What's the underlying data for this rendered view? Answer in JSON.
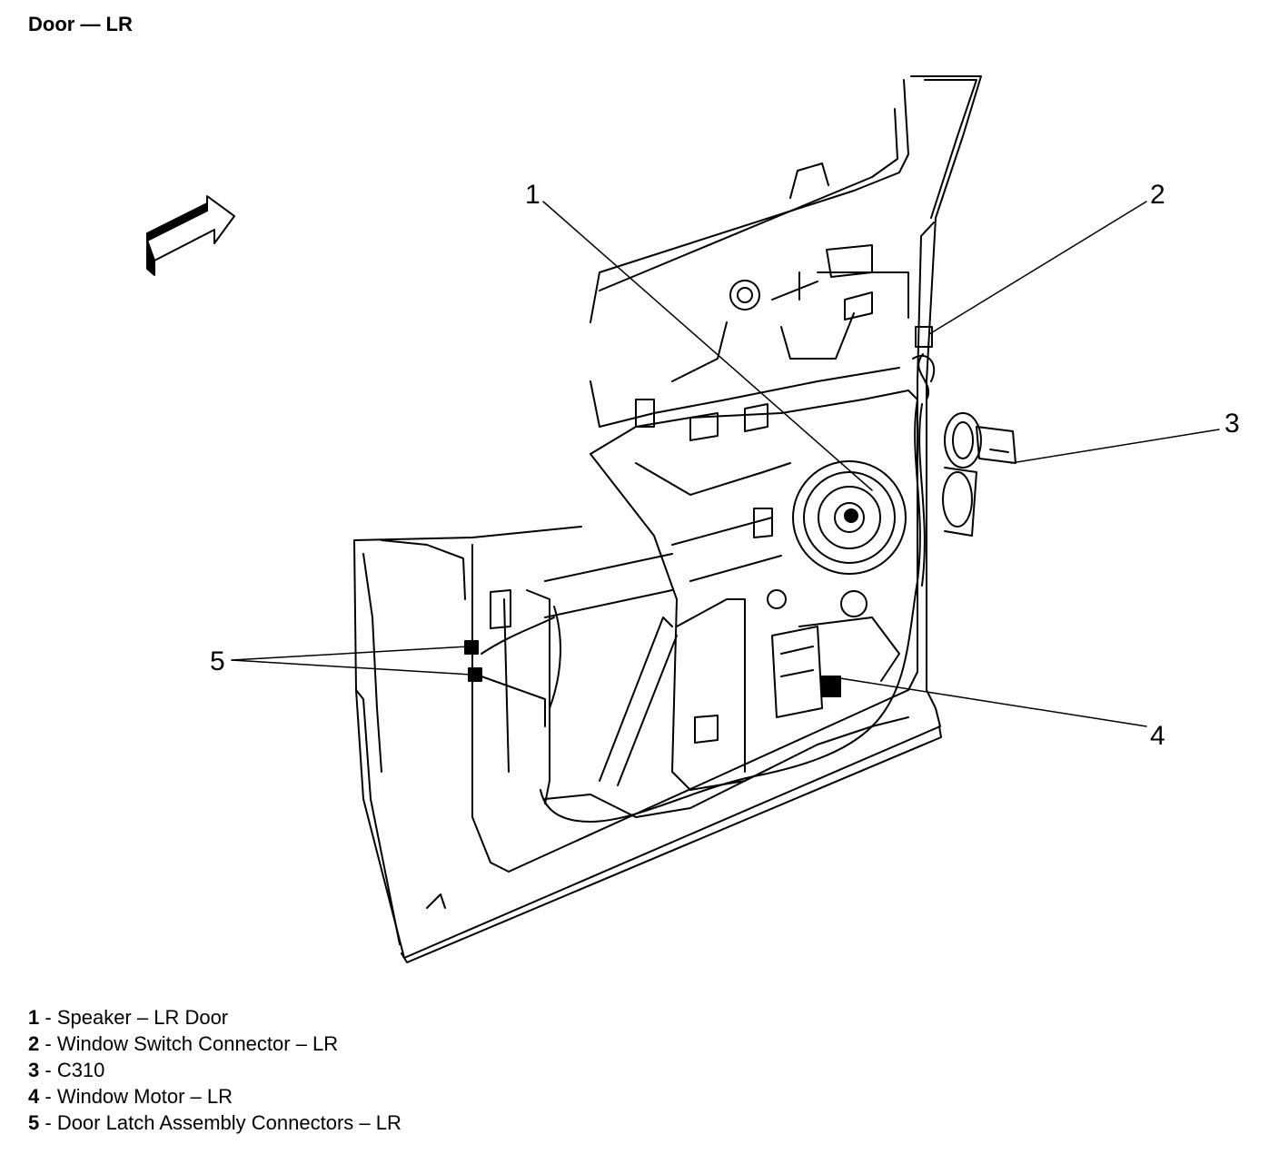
{
  "title": "Door — LR",
  "callouts": [
    "1",
    "2",
    "3",
    "4",
    "5"
  ],
  "legend": [
    {
      "num": "1",
      "sep": " - ",
      "text": "Speaker – LR Door"
    },
    {
      "num": "2",
      "sep": " - ",
      "text": "Window Switch Connector – LR"
    },
    {
      "num": "3",
      "sep": " - ",
      "text": "C310"
    },
    {
      "num": "4",
      "sep": " - ",
      "text": "Window Motor – LR"
    },
    {
      "num": "5",
      "sep": " - ",
      "text": "Door Latch Assembly Connectors – LR"
    }
  ]
}
